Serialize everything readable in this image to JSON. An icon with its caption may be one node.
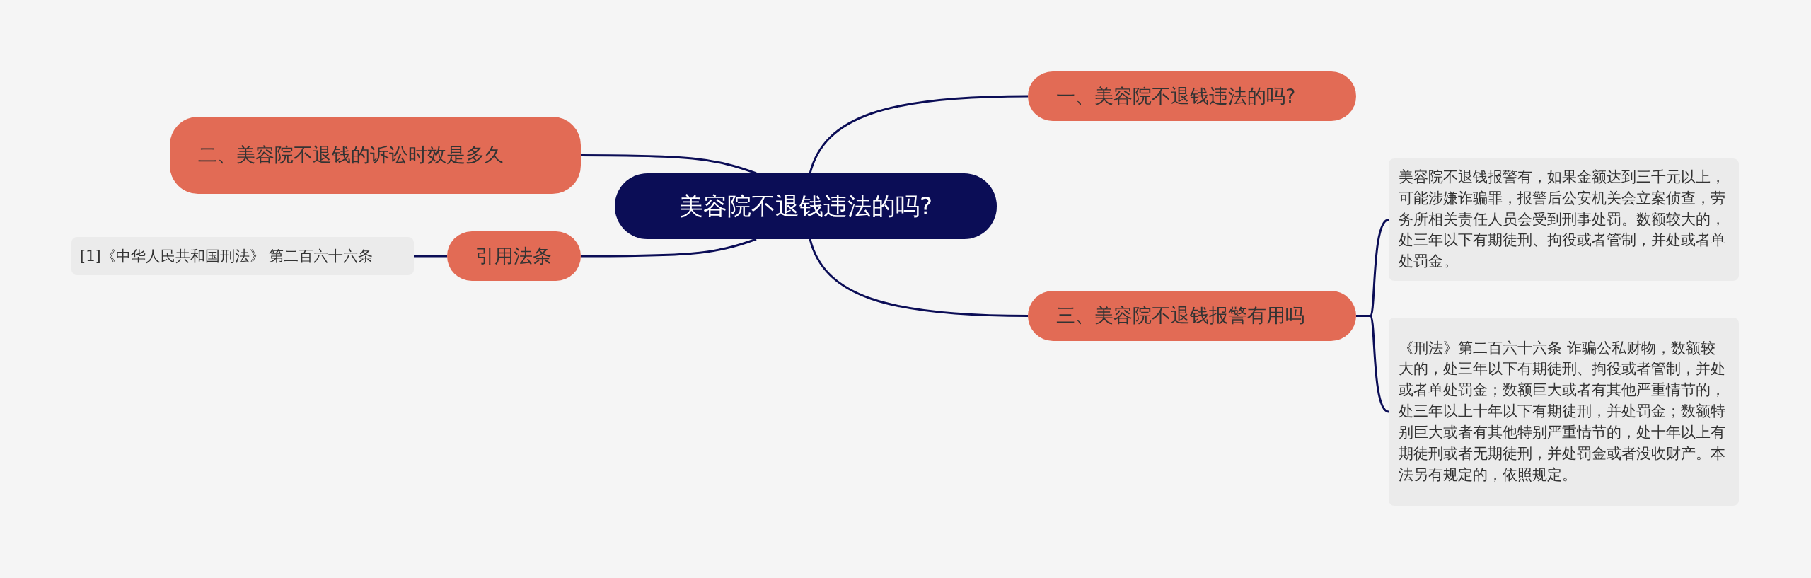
{
  "diagram": {
    "nodes": [
      {
        "text": [
          "美容院不退钱违法的吗?"
        ]
      },
      {
        "text": [
          "一、美容院不退钱违法的吗?"
        ]
      },
      {
        "text": [
          "二、美容院不退钱的诉讼时效是多久"
        ]
      },
      {
        "text": [
          "引用法条"
        ]
      },
      {
        "text": [
          "[1]《中华人民共和国刑法》 第二百六十六条"
        ]
      },
      {
        "text": [
          "三、美容院不退钱报警有用吗"
        ]
      },
      {
        "text": [
          "美容院不退钱报警有，如果金额达到三千元以上，可能涉嫌诈骗罪，报警后公安机关会立案侦查，劳务所相关责任人员会受到刑事处罚。数额较大的，处三年以下有期徒刑、拘役或者管制，并处或者单处罚金。"
        ]
      },
      {
        "text": [
          "《刑法》第二百六十六条 诈骗公私财物，数额较大的，处三年以下有期徒刑、拘役或者管制，并处或者单处罚金；数额巨大或者有其他严重情节的，处三年以上十年以下有期徒刑，并处罚金；数额特别巨大或者有其他特别严重情节的，处十年以上有期徒刑或者无期徒刑，并处罚金或者没收财产。本法另有规定的，依照规定。"
        ]
      }
    ],
    "edges": [
      {
        "from": 0,
        "to": 1,
        "arrow": "none"
      },
      {
        "from": 0,
        "to": 2,
        "arrow": "none"
      },
      {
        "from": 0,
        "to": 3,
        "arrow": "none"
      },
      {
        "from": 3,
        "to": 4,
        "arrow": "none"
      },
      {
        "from": 0,
        "to": 5,
        "arrow": "none"
      },
      {
        "from": 5,
        "to": 6,
        "arrow": "none"
      },
      {
        "from": 5,
        "to": 7,
        "arrow": "none"
      }
    ]
  }
}
